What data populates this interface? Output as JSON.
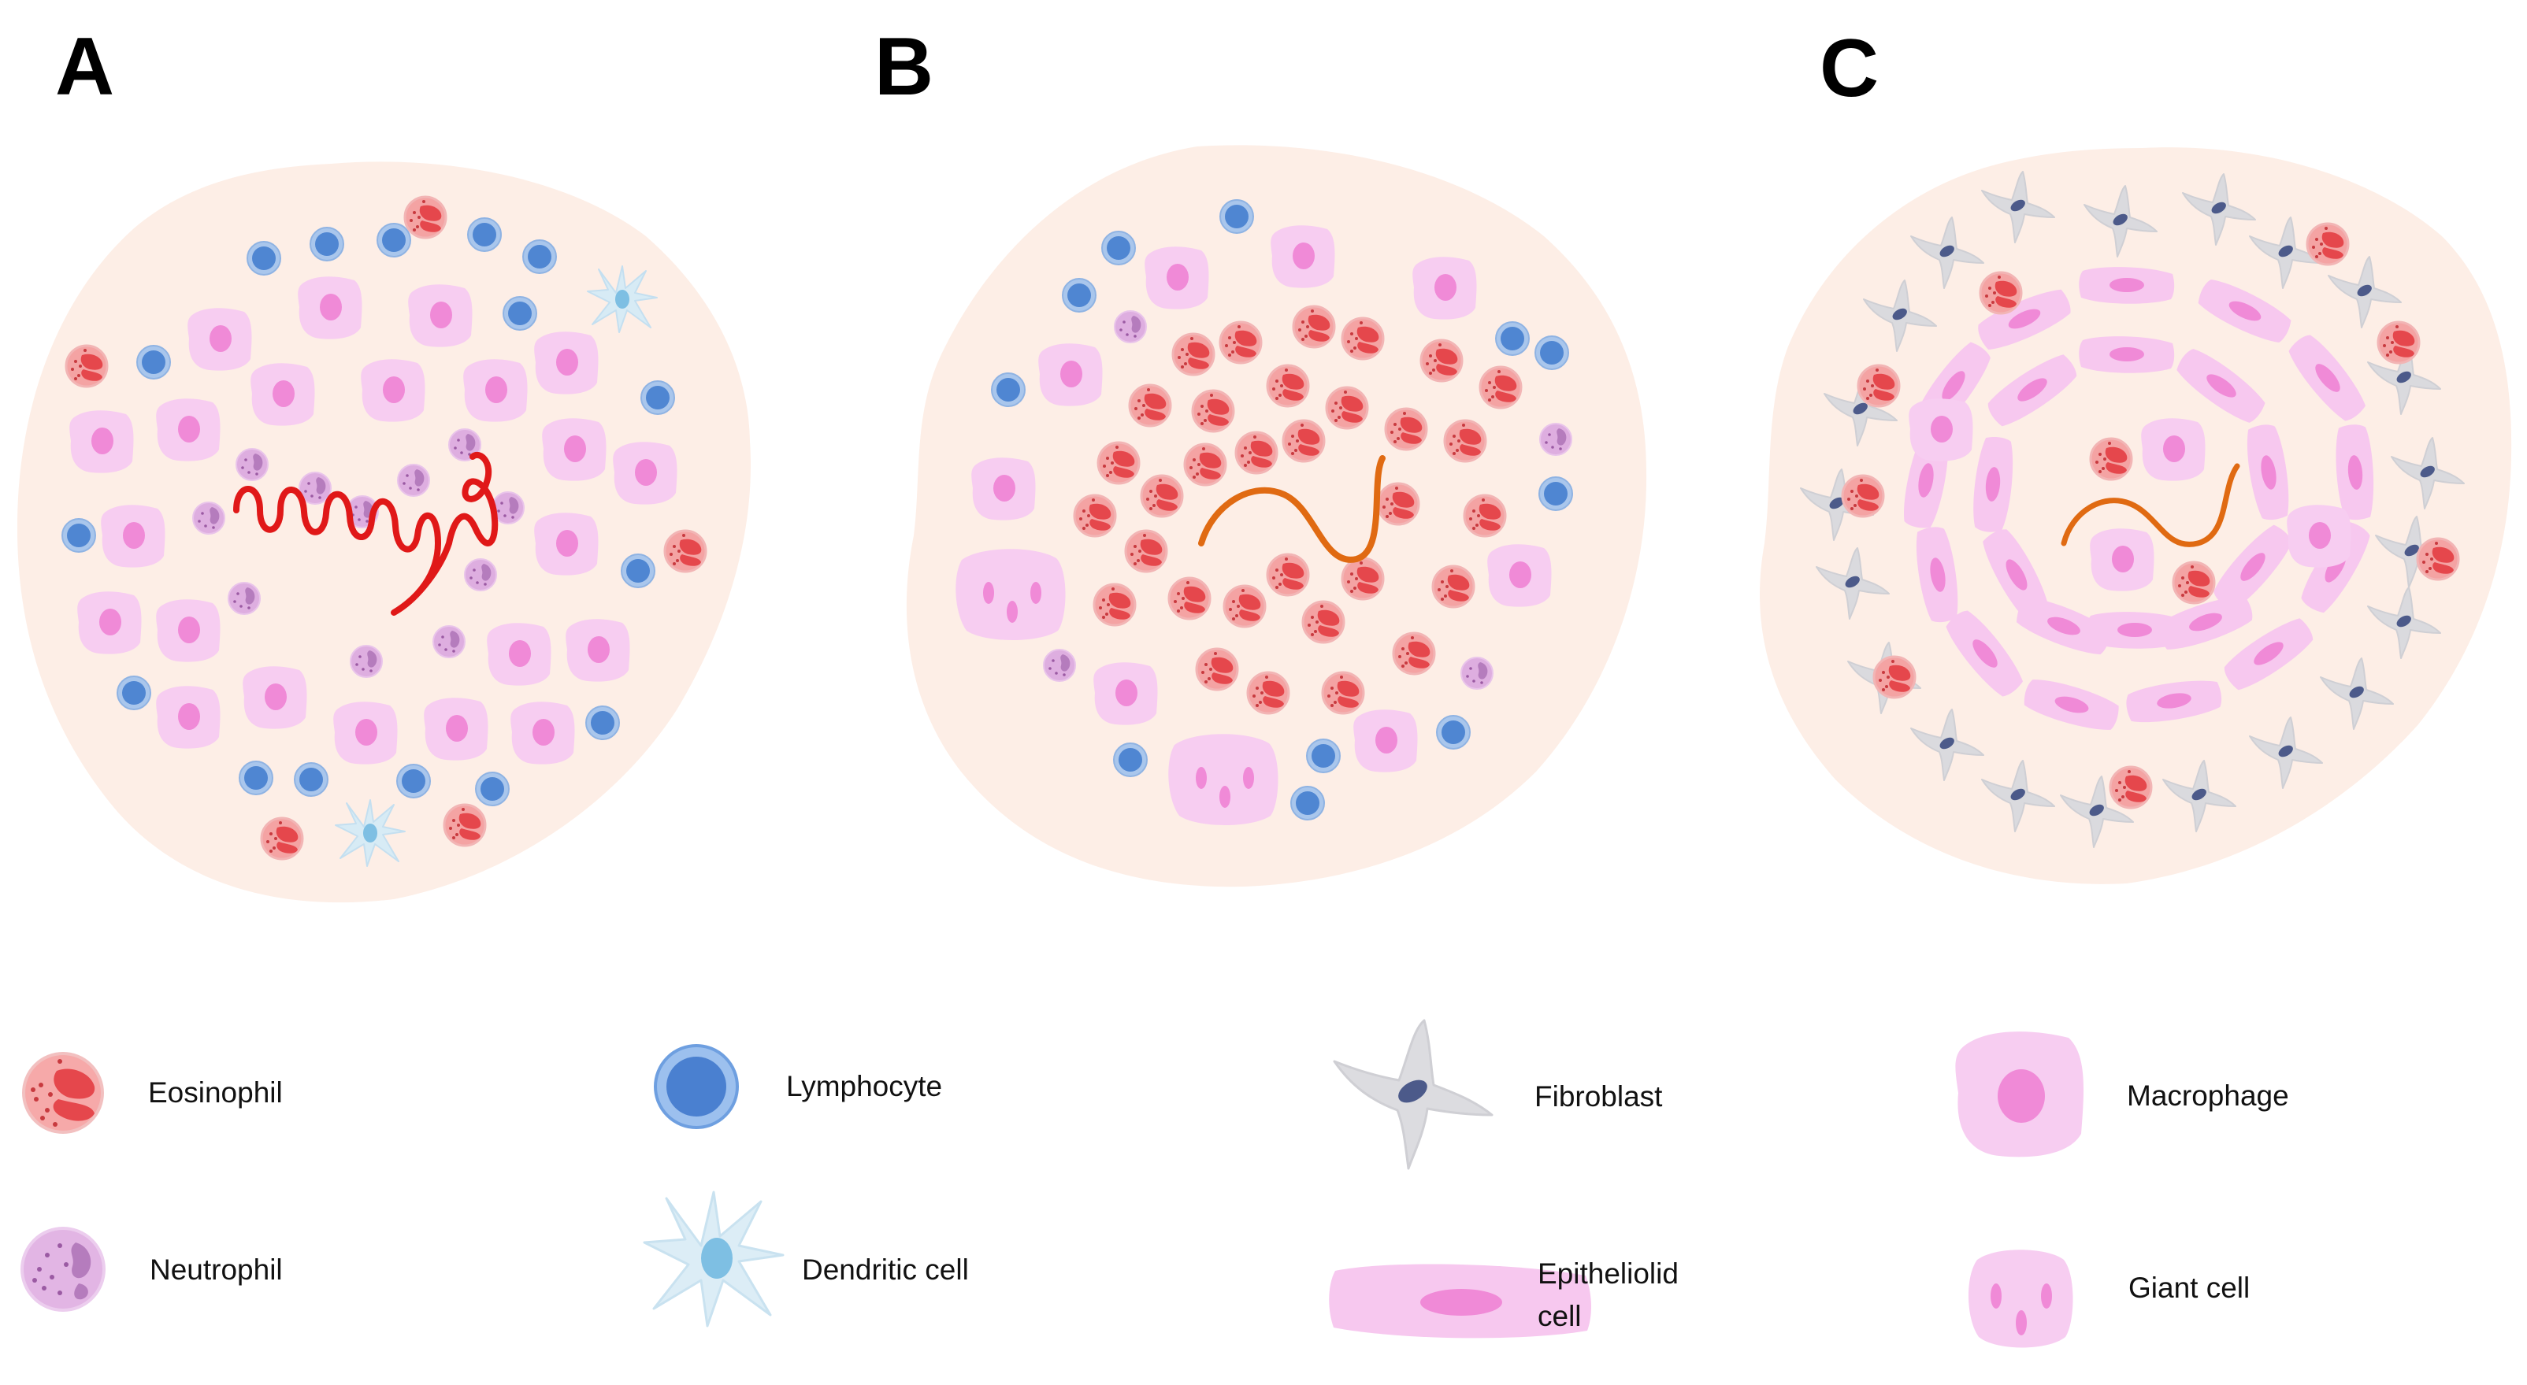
{
  "panels": [
    {
      "letter": "A"
    },
    {
      "letter": "B"
    },
    {
      "letter": "C"
    }
  ],
  "legend": {
    "eosinophil": "Eosinophil",
    "neutrophil": "Neutrophil",
    "lymphocyte": "Lymphocyte",
    "dendritic": "Dendritic cell",
    "fibroblast": "Fibroblast",
    "epithelioid_line1": "Epitheliolid",
    "epithelioid_line2": "cell",
    "macrophage": "Macrophage",
    "giant": "Giant cell"
  },
  "colors": {
    "background_tissue": "#fdeee6",
    "eosinophil": "#f07f82",
    "neutrophil": "#dca0dc",
    "lymphocyte": "#5b8fd6",
    "dendritic": "#d7ebf5",
    "fibroblast": "#d4d4d8",
    "macrophage": "#f9cdf0",
    "parasite_spiral": "#e01818",
    "parasite_worm": "#e06a12"
  }
}
